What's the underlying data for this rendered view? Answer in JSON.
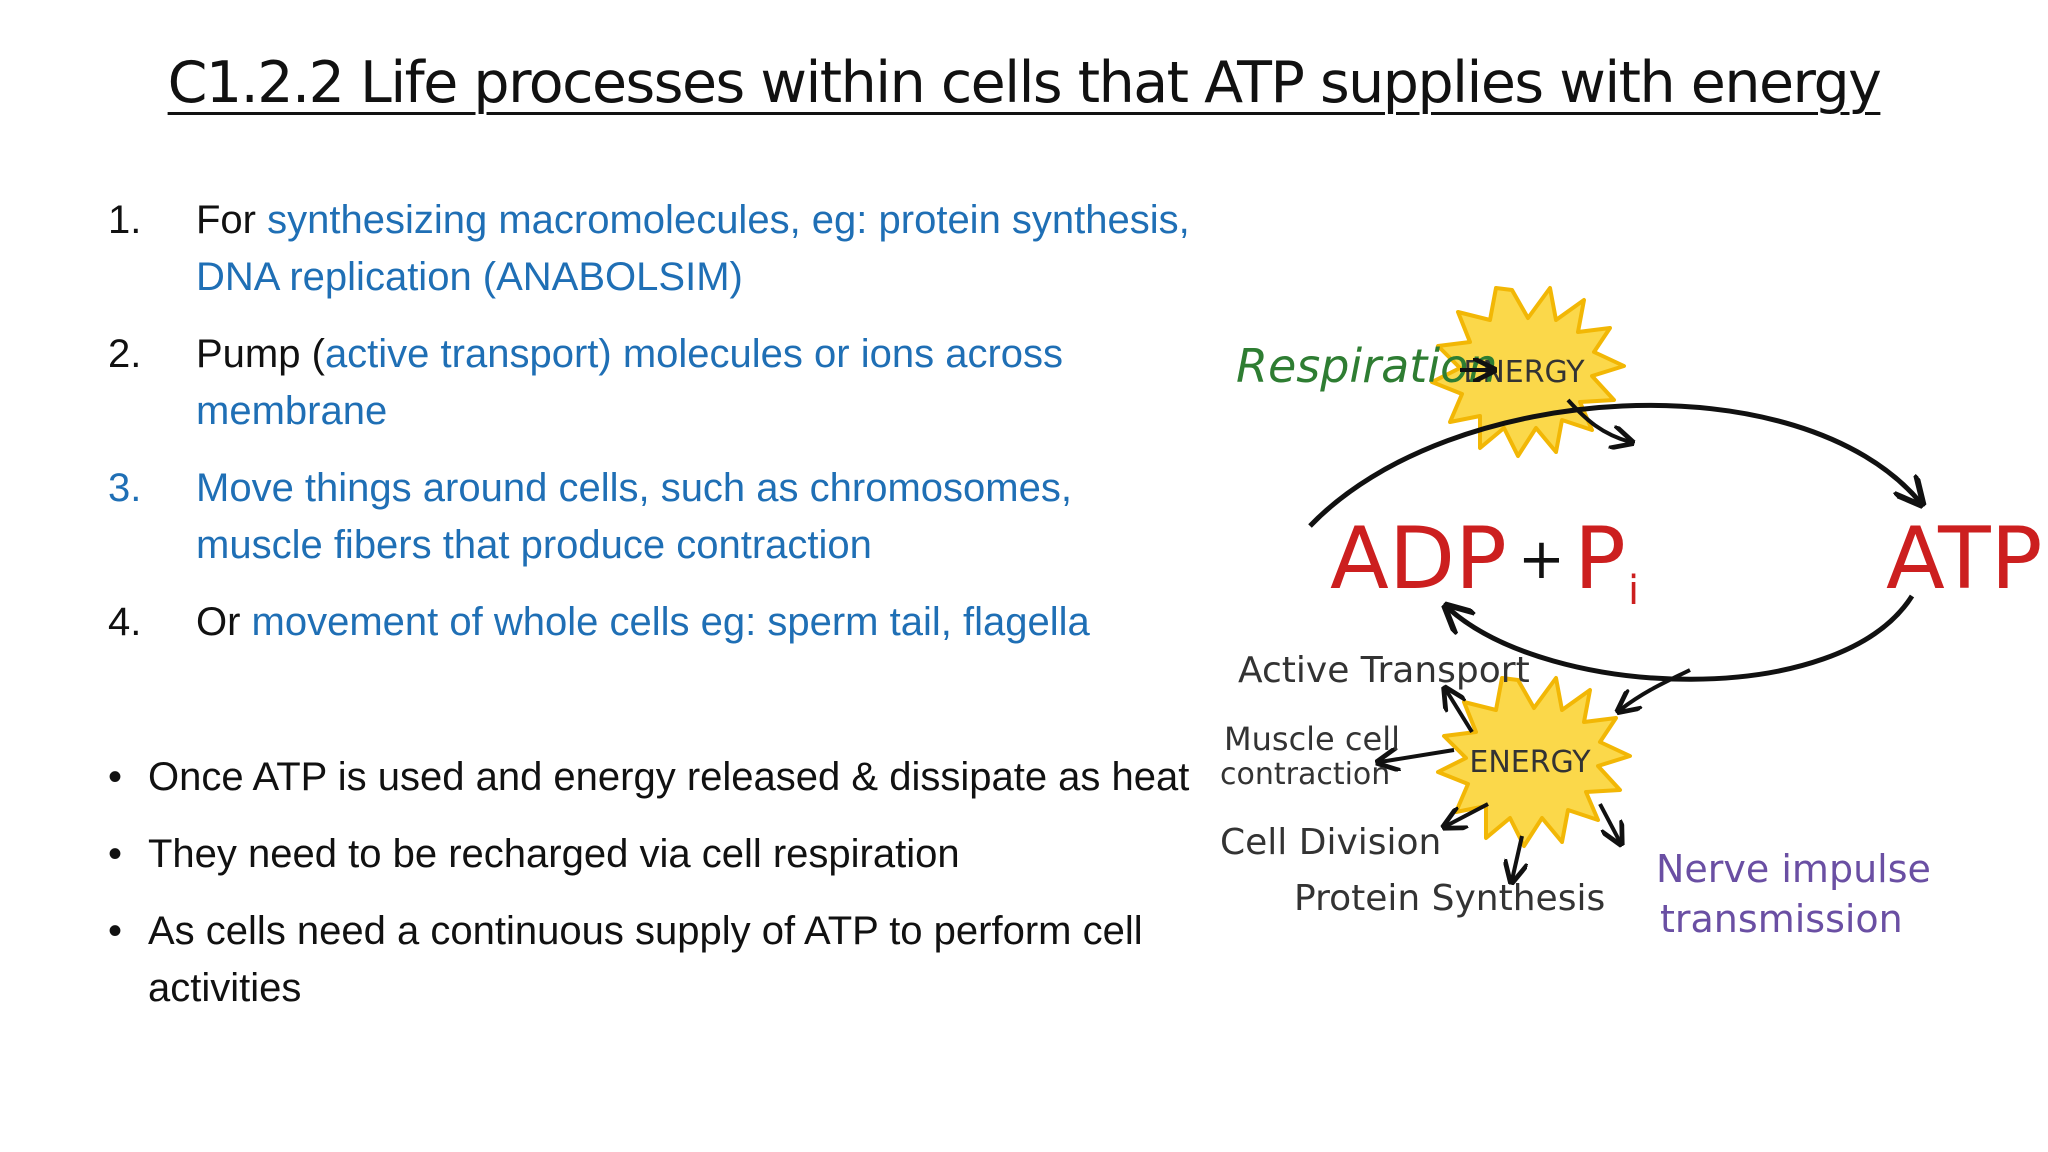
{
  "title": "C1.2.2 Life processes within cells that ATP supplies with energy",
  "numbered_list": [
    {
      "number": "1.",
      "lead": "For ",
      "blue_text": "synthesizing macromolecules, eg: protein synthesis, DNA replication (ANABOLSIM)"
    },
    {
      "number": "2.",
      "lead": "Pump (",
      "blue_text": "active transport) molecules or ions across membrane"
    },
    {
      "number": "3.",
      "lead": "",
      "blue_text": "Move things around cells, such as chromosomes, muscle fibers that produce contraction"
    },
    {
      "number": "4.",
      "lead": "Or ",
      "blue_text": "movement of whole cells eg: sperm tail, flagella"
    }
  ],
  "bullets": [
    "Once ATP is used and energy released & dissipate as heat",
    "They need to be recharged via cell respiration",
    "As cells need a continuous supply of ATP to perform cell activities"
  ],
  "diagram": {
    "respiration": "Respiration",
    "energy_top": "ENERGY",
    "adp": "ADP",
    "plus": "+",
    "pi_p": "P",
    "pi_sub": "i",
    "atp": "ATP",
    "energy_bottom": "ENERGY",
    "uses": [
      "Active Transport",
      "Muscle cell",
      "contraction",
      "Cell Division",
      "Protein Synthesis",
      "Nerve impulse",
      "transmission"
    ],
    "colors": {
      "respiration": "#2e7d32",
      "red": "#cc1f1f",
      "star_fill": "#fbd84a",
      "star_stroke": "#f2b705",
      "nerve": "#6a4fa3",
      "blue": "#1f6fb5"
    }
  }
}
